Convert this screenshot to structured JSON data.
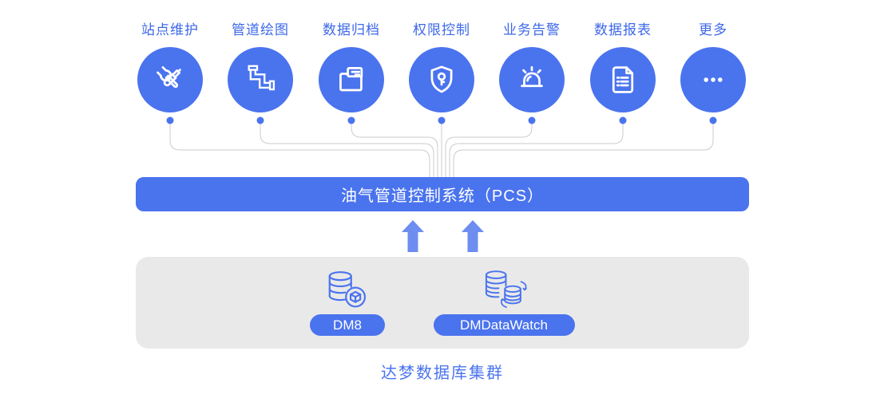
{
  "colors": {
    "primary_blue": "#4A73EE",
    "arrow_blue": "#6D8DF1",
    "label_text_blue": "#3D68E8",
    "panel_gray": "#E9E9E9",
    "connector_gray": "#CBCBCB",
    "icon_stroke_on_blue": "#FFFFFF"
  },
  "features": [
    {
      "label": "站点维护",
      "icon": "wrench-screwdriver-icon"
    },
    {
      "label": "管道绘图",
      "icon": "pipeline-icon"
    },
    {
      "label": "数据归档",
      "icon": "folder-archive-icon"
    },
    {
      "label": "权限控制",
      "icon": "shield-key-icon"
    },
    {
      "label": "业务告警",
      "icon": "alarm-icon"
    },
    {
      "label": "数据报表",
      "icon": "report-icon"
    },
    {
      "label": "更多",
      "icon": "more-ellipsis-icon"
    }
  ],
  "system_bar": {
    "label": "油气管道控制系统（PCS）"
  },
  "database_panel": {
    "items": [
      {
        "label": "DM8",
        "icon": "database-cube-icon"
      },
      {
        "label": "DMDataWatch",
        "icon": "database-sync-icon"
      }
    ],
    "title": "达梦数据库集群"
  }
}
